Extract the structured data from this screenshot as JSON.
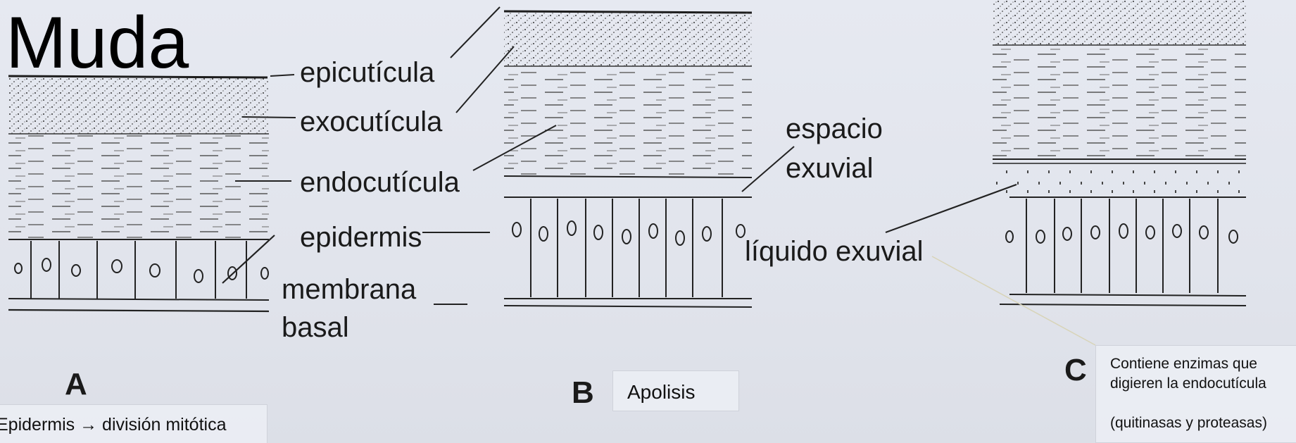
{
  "title": "Muda",
  "labels": {
    "epicuticula": "epicutícula",
    "exocuticula": "exocutícula",
    "endocuticula": "endocutícula",
    "epidermis": "epidermis",
    "membrana": "membrana",
    "basal": "basal",
    "espacio": "espacio",
    "exuvial": "exuvial",
    "liquido_exuvial": "líquido exuvial"
  },
  "panels": {
    "a": "A",
    "b": "B",
    "c": "C"
  },
  "notes": {
    "epidermis": "Epidermis → división mitótica",
    "apolisis": "Apolisis",
    "enzimas_line1": "Contiene enzimas que",
    "enzimas_line2": "digieren la endocutícula",
    "enzimas_line3": "(quitinasas  y proteasas)"
  }
}
